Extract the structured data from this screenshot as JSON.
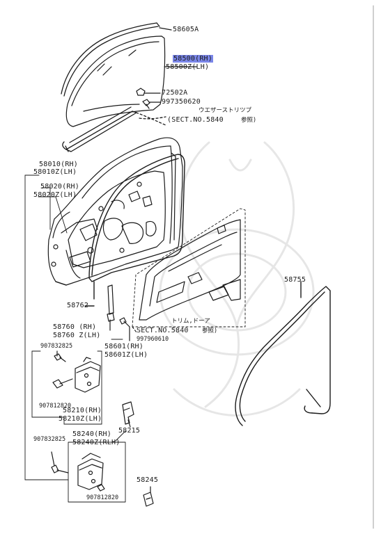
{
  "highlight_color": "#7a86e8",
  "ink_color": "#1a1a1a",
  "labels": {
    "p58605A": "58605A",
    "p58500rh": "58500(RH)",
    "p58500zlh": "58500Z(LH)",
    "p72502A": "72502A",
    "p997350620": "997350620",
    "weatherstrip_jp": "ウエザーストリツプ",
    "sect_weather": "(SECT.NO.5840",
    "sankyo_1": "参照)",
    "p58010rh": "58010(RH)",
    "p58010zlh": "58010Z(LH)",
    "p58020rh": "58020(RH)",
    "p58020zlh": "58020Z(LH)",
    "p58762": "58762",
    "p58760rh": "58760  (RH)",
    "p58760zlh": "58760 Z(LH)",
    "p907832825": "907832825",
    "p58601rh": "58601(RH)",
    "p58601zlh": "58601Z(LH)",
    "p907812820a": "907812820",
    "p58210rh": "58210(RH)",
    "p58210zlh": "58210Z(LH)",
    "p58215": "58215",
    "p907832825b": "907832825",
    "p58240rh": "58240(RH)",
    "p58240zrlh": "58240Z(RLH)",
    "p58245": "58245",
    "p907812820b": "907812820",
    "trim_jp": "トリム,ドーア",
    "sect_trim": "SECT.NO.5840",
    "sankyo_2": "参照)",
    "p997960610": "997960610",
    "p58755": "58755"
  }
}
